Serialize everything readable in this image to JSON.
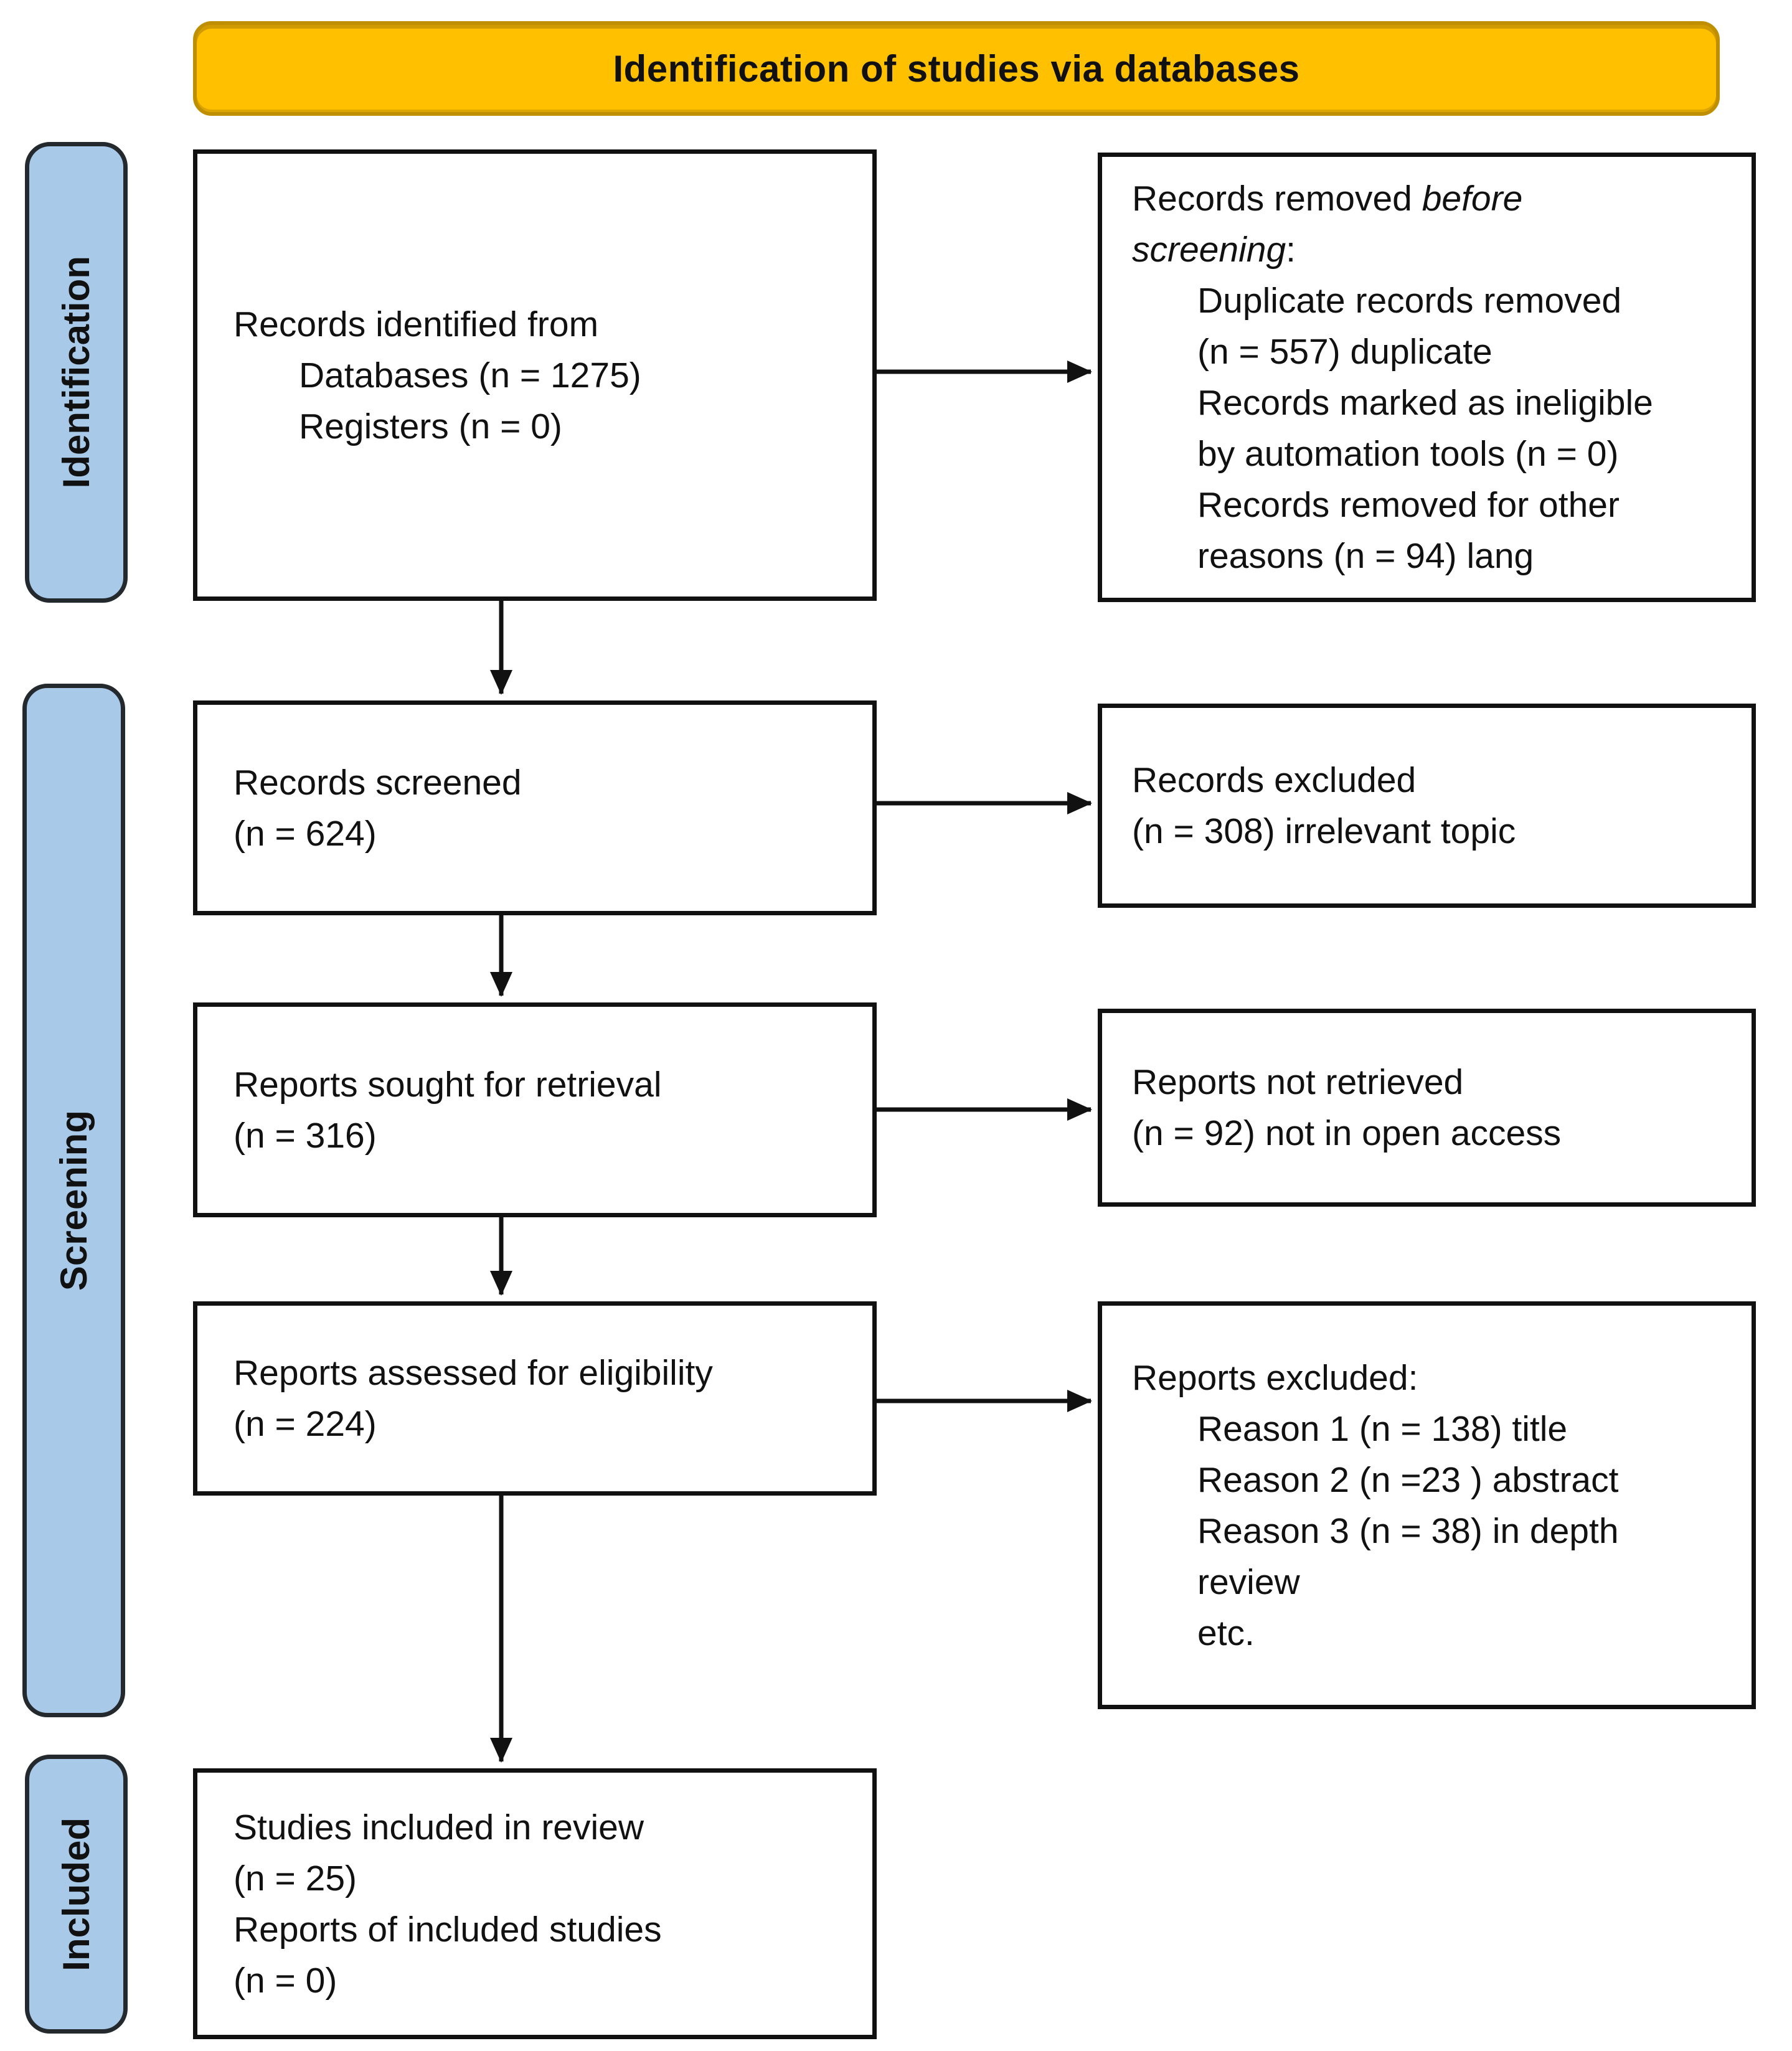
{
  "title_banner": {
    "label": "Identification of studies via databases"
  },
  "colors": {
    "banner-bg": "#FFC000",
    "banner-border": "#BF8F00",
    "stage-bg": "#A9C9E9",
    "stage-border": "#24292E",
    "box-border": "#111111",
    "arrow-color": "#111111",
    "text-color": "#111111"
  },
  "stages": {
    "identification": "Identification",
    "screening": "Screening",
    "included": "Included"
  },
  "boxes": {
    "identified": {
      "line1": "Records identified from",
      "line2": "Databases (n = 1275)",
      "line3": "Registers (n = 0)"
    },
    "removed": {
      "intro_line1_regular": "Records removed ",
      "intro_line1_italic": "before",
      "intro_line2_italic": "screening",
      "intro_line2_suffix": ":",
      "details": [
        "Duplicate records removed",
        "(n = 557) duplicate",
        "Records marked as ineligible",
        "by automation tools (n = 0)",
        "Records removed for other",
        "reasons (n = 94) lang"
      ]
    },
    "screened": {
      "line1": "Records screened",
      "line2": "(n = 624)"
    },
    "excluded": {
      "line1": "Records excluded",
      "line2": "(n = 308) irrelevant topic"
    },
    "sought": {
      "line1": "Reports sought for retrieval",
      "line2": "(n = 316)"
    },
    "not_retrieved": {
      "line1": "Reports not retrieved",
      "line2": "(n = 92) not in open access"
    },
    "assessed": {
      "line1": "Reports assessed for eligibility",
      "line2": "(n = 224)"
    },
    "reports_excluded": {
      "intro": "Reports excluded:",
      "details": [
        "Reason 1 (n = 138) title",
        "Reason 2 (n =23 ) abstract",
        "Reason 3 (n = 38) in depth",
        "review",
        "etc."
      ]
    },
    "included_review": {
      "line1": "Studies included in review",
      "line2": "(n = 25)",
      "line3": "Reports of included studies",
      "line4": "(n = 0)"
    }
  }
}
